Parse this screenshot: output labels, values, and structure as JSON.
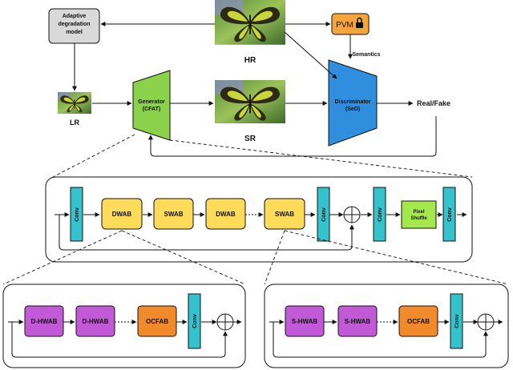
{
  "colors": {
    "generator": "#8bd14a",
    "discriminator": "#2f8fde",
    "pvm": "#f6a53b",
    "degradation": "#d9d9d9",
    "conv": "#34c3cc",
    "wab": "#fedc5a",
    "pixel_shuffle": "#a5e84e",
    "hwab": "#c25ad8",
    "ocfab": "#f08a2a"
  },
  "top": {
    "degradation": "Adaptive degradation model",
    "degradation_lines": [
      "Adaptive",
      "degradation",
      "model"
    ],
    "pvm": "PVM",
    "lock_icon": "lock-icon",
    "hr": "HR",
    "lr": "LR",
    "sr": "SR",
    "semantics": "Semantics",
    "generator": "Generator (CFAT)",
    "generator_lines": [
      "Generator",
      "(CFAT)"
    ],
    "discriminator": "Discriminator (SeD)",
    "discriminator_lines": [
      "Discriminator",
      "(SeD)"
    ],
    "output": "Real/Fake"
  },
  "middle": {
    "conv": "Conv",
    "dwab": "DWAB",
    "swab": "SWAB",
    "pixel_shuffle": "Pixel Shuffle",
    "pixel_shuffle_lines": [
      "Pixel",
      "Shuffle"
    ]
  },
  "left_block": {
    "hwab": "D-HWAB",
    "ocfab": "OCFAB",
    "conv": "Conv"
  },
  "right_block": {
    "hwab": "S-HWAB",
    "ocfab": "OCFAB",
    "conv": "Conv"
  }
}
